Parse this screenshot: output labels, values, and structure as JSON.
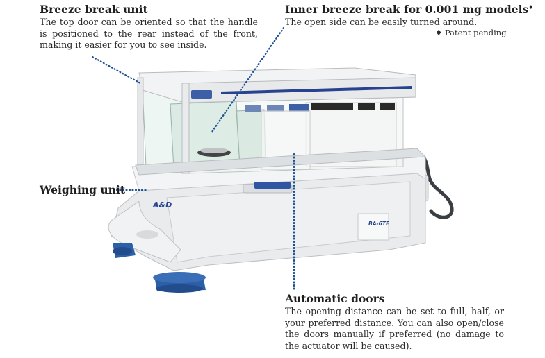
{
  "callouts": {
    "breeze_break": {
      "title": "Breeze break unit",
      "text": "The top door can be oriented so that the handle is positioned to the rear instead of the front, making it easier for you to see inside."
    },
    "inner_breeze": {
      "title": "Inner breeze break for 0.001 mg models",
      "title_mark": "♦",
      "text": "The open side can be easily turned around.",
      "note": "♦ Patent pending"
    },
    "weighing": {
      "title": "Weighing unit"
    },
    "auto_doors": {
      "title": "Automatic doors",
      "text": "The opening distance can be set to full, half, or your preferred distance. You can also open/close the doors manually if preferred (no damage to the actuator will be caused)."
    }
  },
  "device": {
    "logo": "A&D",
    "model": "BA-6TE"
  },
  "colors": {
    "accent_blue": "#27428f",
    "leader_dots": "#1d4f91",
    "body": "#eef0f1",
    "feet": "#2b5fa8"
  }
}
